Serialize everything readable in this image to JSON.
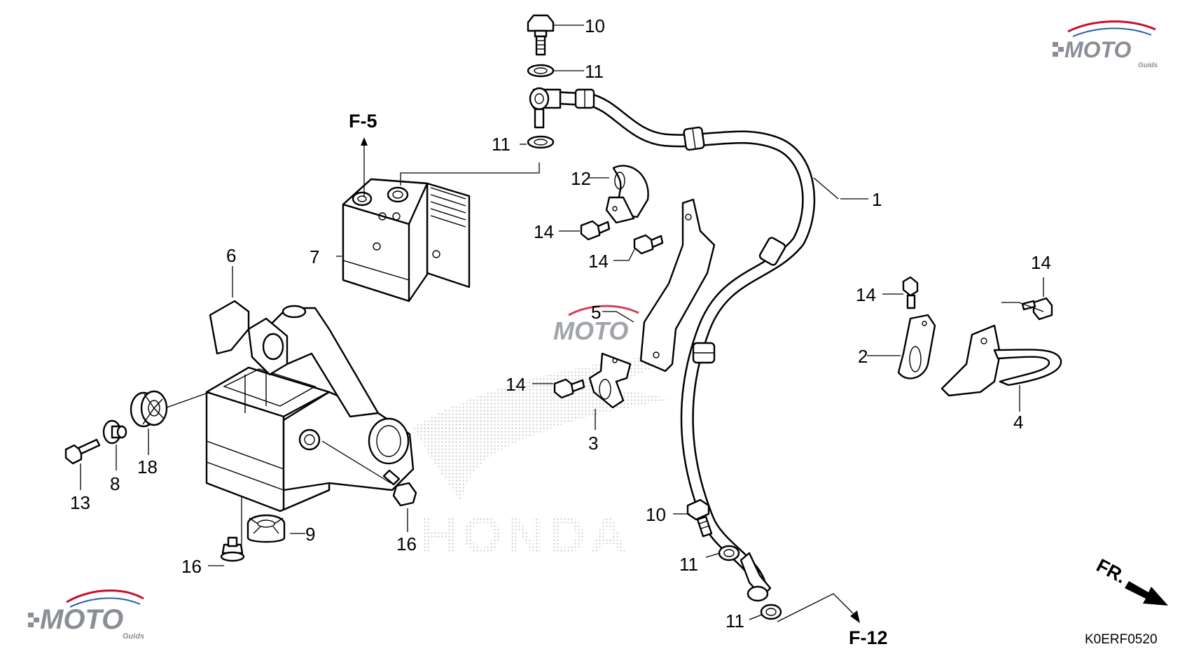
{
  "diagram": {
    "part_numbers": [
      {
        "id": "p1",
        "text": "1"
      },
      {
        "id": "p2",
        "text": "2"
      },
      {
        "id": "p3",
        "text": "3"
      },
      {
        "id": "p4",
        "text": "4"
      },
      {
        "id": "p5",
        "text": "5"
      },
      {
        "id": "p6",
        "text": "6"
      },
      {
        "id": "p7",
        "text": "7"
      },
      {
        "id": "p8",
        "text": "8"
      },
      {
        "id": "p9",
        "text": "9"
      },
      {
        "id": "p10a",
        "text": "10"
      },
      {
        "id": "p10b",
        "text": "10"
      },
      {
        "id": "p11a",
        "text": "11"
      },
      {
        "id": "p11b",
        "text": "11"
      },
      {
        "id": "p11c",
        "text": "11"
      },
      {
        "id": "p11d",
        "text": "11"
      },
      {
        "id": "p12",
        "text": "12"
      },
      {
        "id": "p13",
        "text": "13"
      },
      {
        "id": "p14a",
        "text": "14"
      },
      {
        "id": "p14b",
        "text": "14"
      },
      {
        "id": "p14c",
        "text": "14"
      },
      {
        "id": "p14d",
        "text": "14"
      },
      {
        "id": "p14e",
        "text": "14"
      },
      {
        "id": "p16a",
        "text": "16"
      },
      {
        "id": "p16b",
        "text": "16"
      },
      {
        "id": "p18",
        "text": "18"
      }
    ],
    "references": {
      "f5": "F-5",
      "f12": "F-12"
    },
    "direction_label": "FR.",
    "diagram_code": "K0ERF0520",
    "background_logo_text": "HONDA",
    "watermark": {
      "brand": "MOTO",
      "sub": "Guids"
    }
  },
  "colors": {
    "line": "#000000",
    "watermark_gray": "#8a8f96",
    "watermark_red": "#c8102e",
    "watermark_blue": "#2a5db0",
    "dot_pattern": "#b5b5b5"
  }
}
